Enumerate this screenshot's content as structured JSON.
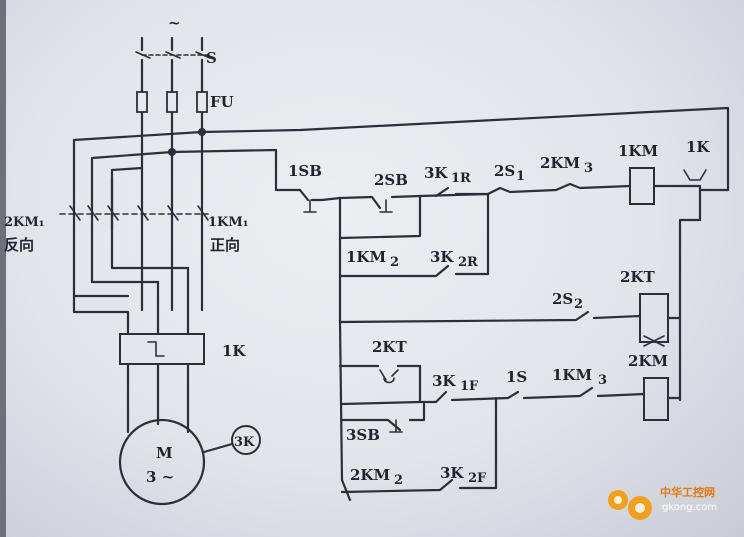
{
  "diagram": {
    "labels": {
      "ac_symbol": "~",
      "switch": "S",
      "fuse": "FU",
      "km1_rev": "2KM₁",
      "km1_rev_cn": "反向",
      "km1_fwd": "1KM₁",
      "km1_fwd_cn": "正向",
      "thermal": "1K",
      "motor": "M",
      "motor_sub": "3 ~",
      "tach": "3K",
      "sb1": "1SB",
      "sb2": "2SB",
      "k3r": "3K",
      "k3r_sub": "1R",
      "s21": "2S",
      "s21_sub": "1",
      "km23": "2KM",
      "km23_sub": "3",
      "coil_1km": "1KM",
      "oc_1k": "1K",
      "km12": "1KM",
      "km12_sub": "2",
      "k3r2": "3K",
      "k3r2_sub": "2R",
      "kt2": "2KT",
      "s22": "2S",
      "s22_sub": "2",
      "kt2b": "2KT",
      "k3f": "3K",
      "k3f_sub": "1F",
      "s1": "1S",
      "km13": "1KM",
      "km13_sub": "3",
      "coil_2km": "2KM",
      "sb3": "3SB",
      "km22": "2KM",
      "km22_sub": "2",
      "k3f2": "3K",
      "k3f2_sub": "2F"
    },
    "watermark": {
      "site_cn": "中华工控网",
      "site_en": "gkong.com",
      "color": "#e07a10"
    }
  }
}
